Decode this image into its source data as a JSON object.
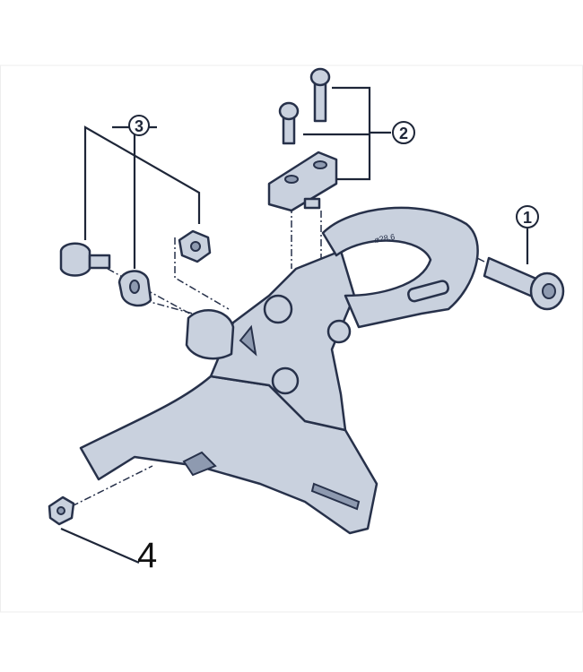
{
  "diagram": {
    "callouts": [
      {
        "id": "1",
        "label": "1",
        "style": "circled"
      },
      {
        "id": "2",
        "label": "2",
        "style": "circled"
      },
      {
        "id": "3",
        "label": "3",
        "style": "circled"
      },
      {
        "id": "4",
        "label": "4",
        "style": "plain"
      }
    ],
    "clamp_marking": "ø28.6",
    "colors": {
      "part_fill": "#c9d1de",
      "outline": "#27314a",
      "background": "#ffffff"
    }
  }
}
